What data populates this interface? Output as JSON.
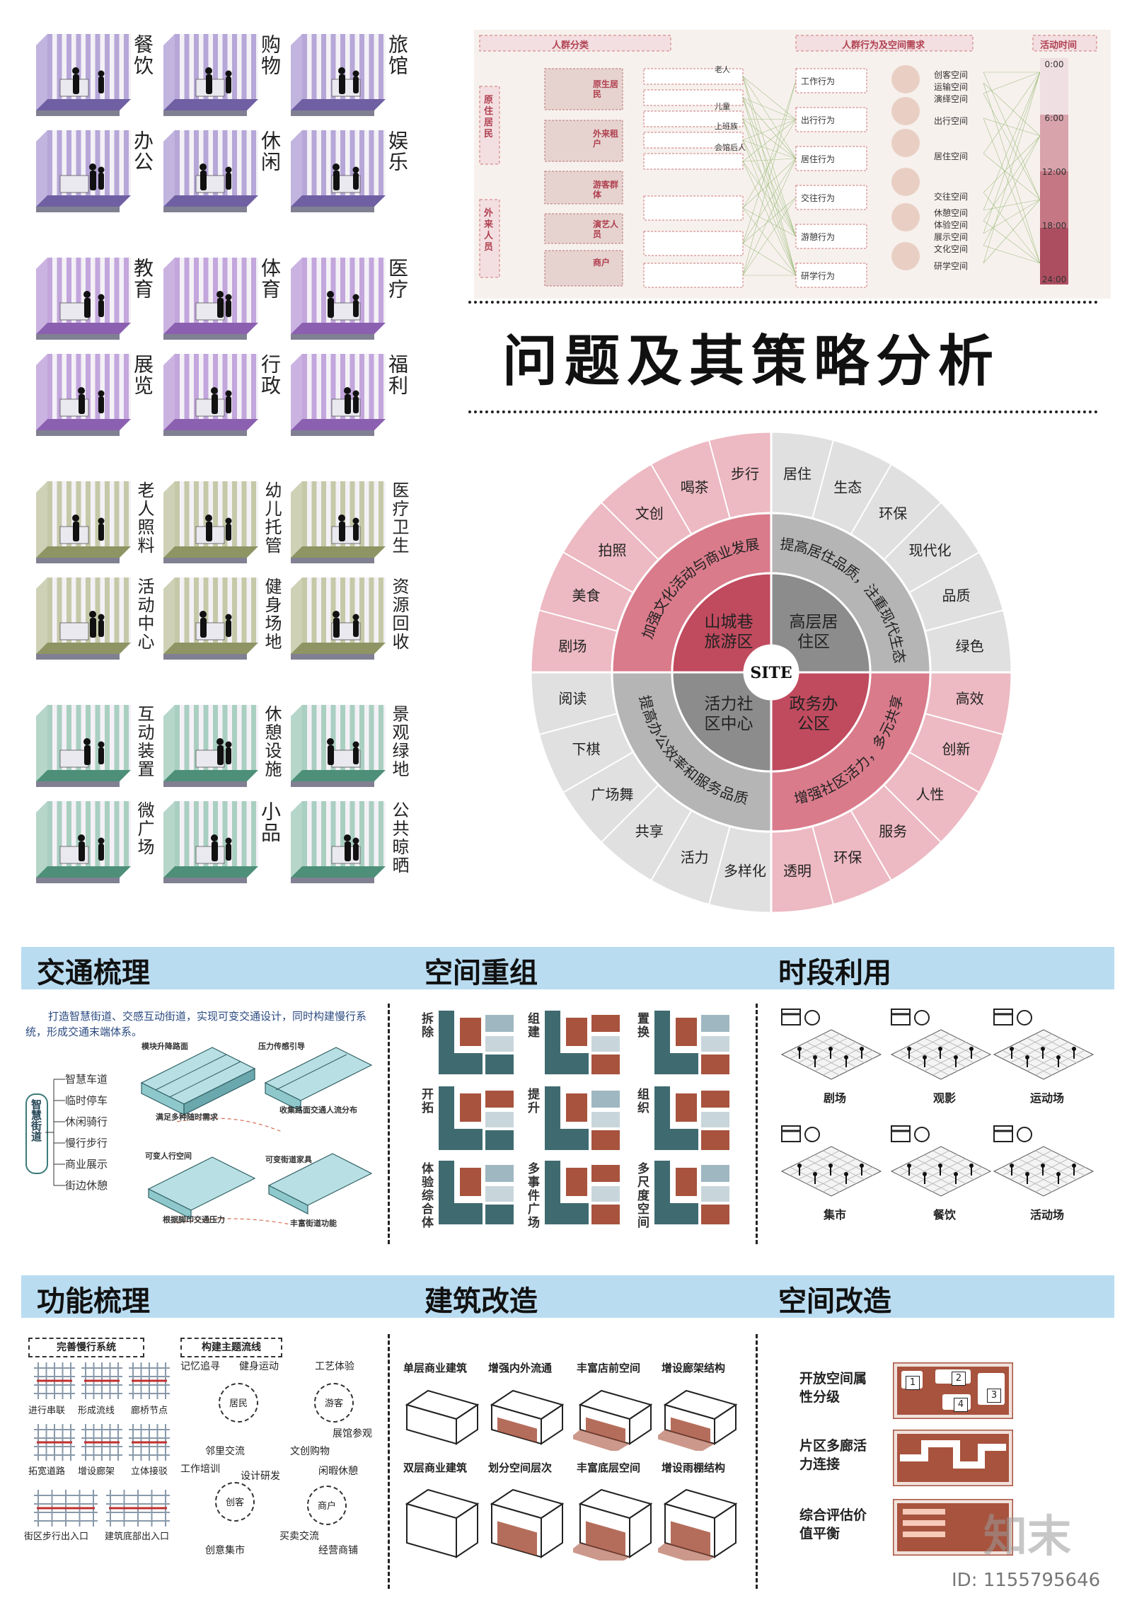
{
  "rooms": [
    {
      "label": "餐饮",
      "wall": "#b6a7d8",
      "floor": "#6f5fa3"
    },
    {
      "label": "购物",
      "wall": "#b6a7d8",
      "floor": "#6f5fa3"
    },
    {
      "label": "旅馆",
      "wall": "#b6a7d8",
      "floor": "#6f5fa3"
    },
    {
      "label": "办公",
      "wall": "#b6a7d8",
      "floor": "#6f5fa3"
    },
    {
      "label": "休闲",
      "wall": "#b6a7d8",
      "floor": "#6f5fa3"
    },
    {
      "label": "娱乐",
      "wall": "#b6a7d8",
      "floor": "#6f5fa3"
    },
    {
      "label": "教育",
      "wall": "#c2a6dc",
      "floor": "#8b60b0"
    },
    {
      "label": "体育",
      "wall": "#c2a6dc",
      "floor": "#8b60b0"
    },
    {
      "label": "医疗",
      "wall": "#c2a6dc",
      "floor": "#8b60b0"
    },
    {
      "label": "展览",
      "wall": "#c2a6dc",
      "floor": "#8b60b0"
    },
    {
      "label": "行政",
      "wall": "#c2a6dc",
      "floor": "#8b60b0"
    },
    {
      "label": "福利",
      "wall": "#c2a6dc",
      "floor": "#8b60b0"
    },
    {
      "label": "老人照料",
      "wall": "#c6c9a8",
      "floor": "#8e9463"
    },
    {
      "label": "幼儿托管",
      "wall": "#c6c9a8",
      "floor": "#8e9463"
    },
    {
      "label": "医疗卫生",
      "wall": "#c6c9a8",
      "floor": "#8e9463"
    },
    {
      "label": "活动中心",
      "wall": "#c6c9a8",
      "floor": "#8e9463"
    },
    {
      "label": "健身场地",
      "wall": "#c6c9a8",
      "floor": "#8e9463"
    },
    {
      "label": "资源回收",
      "wall": "#c6c9a8",
      "floor": "#8e9463"
    },
    {
      "label": "互动装置",
      "wall": "#a9cfc1",
      "floor": "#4d8f78"
    },
    {
      "label": "休憩设施",
      "wall": "#a9cfc1",
      "floor": "#4d8f78"
    },
    {
      "label": "景观绿地",
      "wall": "#a9cfc1",
      "floor": "#4d8f78"
    },
    {
      "label": "微广场",
      "wall": "#a9cfc1",
      "floor": "#4d8f78"
    },
    {
      "label": "小品",
      "wall": "#a9cfc1",
      "floor": "#4d8f78"
    },
    {
      "label": "公共晾晒",
      "wall": "#a9cfc1",
      "floor": "#4d8f78"
    }
  ],
  "flow": {
    "headers": [
      "人群分类",
      "人群行为及空间需求",
      "活动时间"
    ],
    "left_groups": [
      "原住居民",
      "外来人员"
    ],
    "people": [
      "原生居民",
      "外来租户",
      "游客群体",
      "演艺人员",
      "商户"
    ],
    "needs_top": [
      "老人",
      "儿童",
      "上班族",
      "会馆后人"
    ],
    "behaviors": [
      "工作行为",
      "出行行为",
      "居住行为",
      "交往行为",
      "游憩行为",
      "研学行为"
    ],
    "spaces": [
      "创客空间",
      "运输空间",
      "演绎空间",
      "出行空间",
      "居住空间",
      "交往空间",
      "休憩空间",
      "体验空间",
      "展示空间",
      "文化空间",
      "研学空间"
    ],
    "times": [
      "0:00",
      "6:00",
      "12:00",
      "18:00",
      "24:00"
    ]
  },
  "main_title": "问题及其策略分析",
  "wheel": {
    "center": "SITE",
    "zones": [
      "山城巷旅游区",
      "高层居住区",
      "活力社区中心",
      "政务办公区"
    ],
    "mid": [
      "加强文化活动与商业发展",
      "提高居住品质，注重现代生态",
      "增强社区活力，多元共享",
      "提高办公效率和服务品质"
    ],
    "outer_tl": [
      "剧场",
      "美食",
      "拍照",
      "文创",
      "喝茶",
      "步行"
    ],
    "outer_tr": [
      "居住",
      "生态",
      "环保",
      "现代化",
      "品质",
      "绿色"
    ],
    "outer_br": [
      "高效",
      "创新",
      "人性",
      "服务",
      "环保",
      "透明"
    ],
    "outer_bl": [
      "多样化",
      "活力",
      "共享",
      "广场舞",
      "下棋",
      "阅读"
    ],
    "colors": {
      "pink_dark": "#c04a5e",
      "pink_mid": "#d97b8b",
      "pink_light": "#edb9c2",
      "grey_dark": "#8c8c8c",
      "grey_mid": "#b5b5b5",
      "grey_light": "#e0e0e0"
    }
  },
  "sections": {
    "traffic": {
      "title": "交通梳理",
      "intro": "打造智慧街道、交感互动街道，实现可变交通设计，同时构建慢行系统，形成交通末端体系。",
      "root": "智慧街道",
      "items": [
        "智慧车道",
        "临时停车",
        "休闲骑行",
        "慢行步行",
        "商业展示",
        "街边休憩"
      ],
      "captions": [
        "模块升降路面",
        "满足多种随时需求",
        "压力传感引导",
        "收集路面交通人流分布",
        "可变人行空间",
        "根据脚印交通压力",
        "可变街道家具",
        "丰富街道功能"
      ]
    },
    "space": {
      "title": "空间重组",
      "ops": [
        "拆除",
        "组建",
        "置换",
        "开拓",
        "提升",
        "组织",
        "体验综合体",
        "多事件广场",
        "多尺度空间"
      ]
    },
    "time": {
      "title": "时段利用",
      "scenes": [
        "剧场",
        "观影",
        "运动场",
        "集市",
        "餐饮",
        "活动场"
      ]
    },
    "function": {
      "title": "功能梳理",
      "box1": "完善慢行系统",
      "box2": "构建主题流线",
      "grid_labels": [
        "进行串联",
        "形成流线",
        "廊桥节点",
        "拓宽道路",
        "增设廊架",
        "立体接驳",
        "街区步行出入口",
        "建筑底部出入口"
      ],
      "cluster1_center": "居民",
      "cluster1": [
        "记忆追寻",
        "健身运动",
        "邻里交流"
      ],
      "cluster2_center": "游客",
      "cluster2": [
        "工艺体验",
        "展馆参观",
        "文创购物"
      ],
      "cluster3_center": "创客",
      "cluster3": [
        "工作培训",
        "设计研发",
        "创意集市"
      ],
      "cluster4_center": "商户",
      "cluster4": [
        "闲暇休憩",
        "买卖交流",
        "经营商铺"
      ]
    },
    "building": {
      "title": "建筑改造",
      "row1": [
        "单层商业建筑",
        "增强内外流通",
        "丰富店前空间",
        "增设廊架结构"
      ],
      "row2": [
        "双层商业建筑",
        "划分空间层次",
        "丰富底层空间",
        "增设雨棚结构"
      ]
    },
    "reform": {
      "title": "空间改造",
      "items": [
        "开放空间属性分级",
        "片区多廊活力连接",
        "综合评估价值平衡"
      ],
      "nums": [
        "1",
        "2",
        "3",
        "4"
      ]
    }
  },
  "watermark": "知末",
  "image_id": "ID: 1155795646",
  "accent": "#a8533e",
  "teal": "#3f6b70"
}
